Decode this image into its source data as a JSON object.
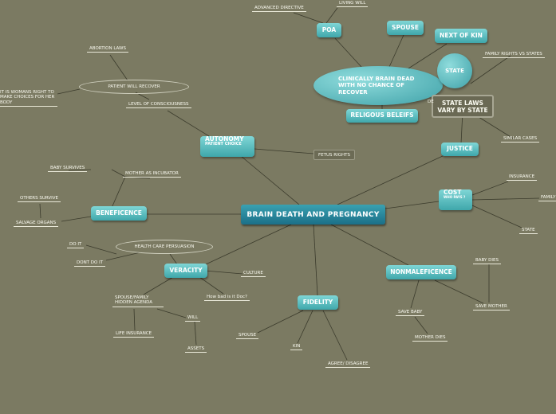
{
  "central": "BRAIN DEATH AND PREGNANCY",
  "nodes": {
    "autonomy": {
      "label": "AUTONOMY",
      "sub": "PATIENT CHOICE"
    },
    "beneficence": "BENEFICENCE",
    "veracity": "VERACITY",
    "fidelity": "FIDELITY",
    "nonmaleficence": "NONMALEFICENCE",
    "cost": {
      "label": "COST",
      "sub": "WHO PAYS ?"
    },
    "justice": "JUSTICE",
    "poa": "POA",
    "spouse": "SPOUSE",
    "next_of_kin": "NEXT OF KIN",
    "religious_beliefs": "RELIGOUS BELEIFS",
    "clinically": "CLINICALLY BRAIN DEAD WITH NO CHANCE OF RECOVER",
    "state": "STATE",
    "state_laws": "STATE LAWS VARY BY STATE",
    "state_laws_hidden": "DE"
  },
  "labels": {
    "advanced_directive": "ADVANCED DIRECTIVE",
    "living_will": "LIVING WILL",
    "abortion_laws": "ABORTION LAWS",
    "patient_will_recover": "PATIENT WILL RECOVER",
    "womans_right": "IT IS WOMANS RIGHT TO MAKE CHOICES FOR HER BODY",
    "level_consciousness": "LEVEL OF CONSCIOUSNESS",
    "fetus_rights": "FETUS RIGHTS",
    "baby_survives": "BABY SURVIVES",
    "mother_incubator": "MOTHER AS INCUBATOR",
    "others_survive": "OTHERS SURVIVE",
    "salvage_organs": "SALVAGE ORGANS",
    "do_it": "DO IT",
    "dont_do_it": "DONT DO IT",
    "health_care_persuasion": "HEALTH CARE PERSUASION",
    "culture": "CULTURE",
    "how_bad": "How bad is it Doc?",
    "spouse_family": "SPOUSE/FAMILY HIDDEN AGENDA",
    "will": "WILL",
    "life_insurance": "LIFE INSURANCE",
    "assets": "ASSETS",
    "spouse_small": "SPOUSE",
    "kin": "KIN",
    "agree_disagree": "AGREE/ DISAGREE",
    "baby_dies": "BABY DIES",
    "save_mother": "SAVE MOTHER",
    "save_baby": "SAVE BABY",
    "mother_dies": "MOTHER DIES",
    "family_rights": "FAMILY RIGHTS VS STATES",
    "similar_cases": "SIMILAR CASES",
    "insurance": "INSURANCE",
    "family": "FAMILY",
    "state_small": "STATE"
  },
  "colors": {
    "background": "#7b7a62",
    "node": "#4fb3b6",
    "central": "#1f7a90",
    "line": "#3a3a2a"
  }
}
